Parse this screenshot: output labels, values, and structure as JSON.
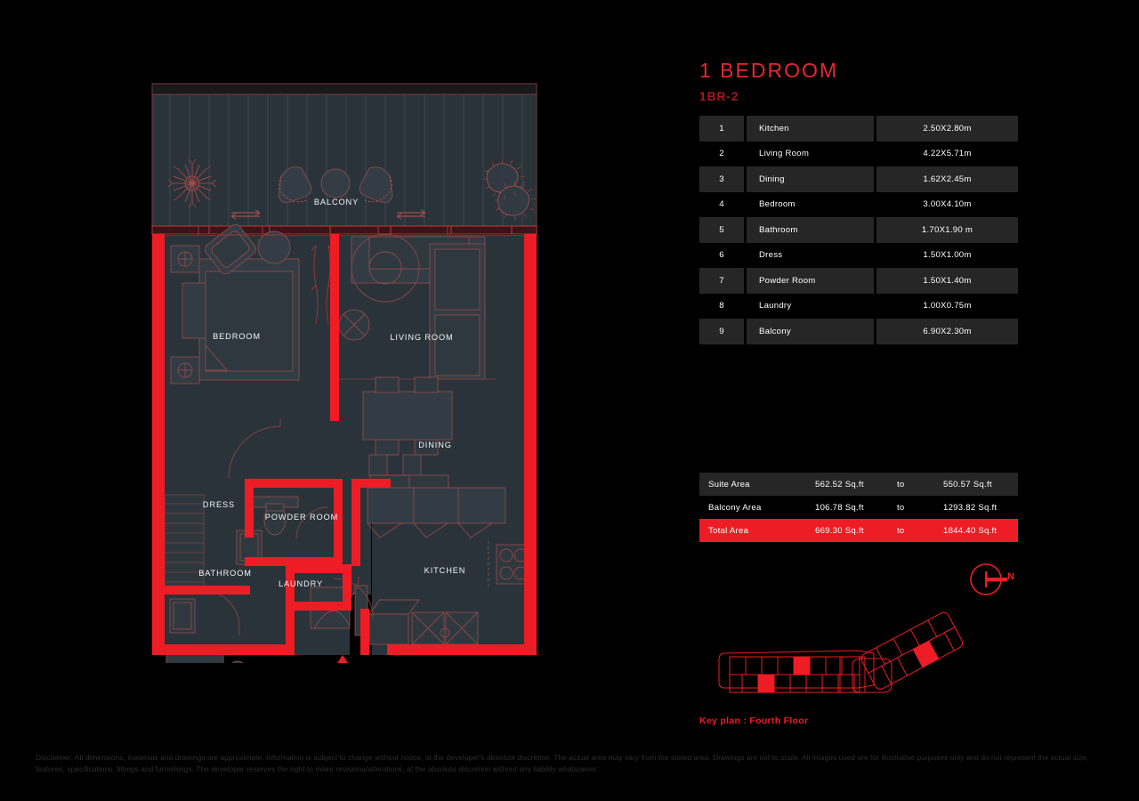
{
  "unit": {
    "title": "1 BEDROOM",
    "code": "1BR-2"
  },
  "rooms_table": {
    "rows": [
      {
        "num": "1",
        "name": "Kitchen",
        "dim": "2.50X2.80m"
      },
      {
        "num": "2",
        "name": "Living Room",
        "dim": "4.22X5.71m"
      },
      {
        "num": "3",
        "name": "Dining",
        "dim": "1.62X2.45m"
      },
      {
        "num": "4",
        "name": "Bedroom",
        "dim": "3.00X4.10m"
      },
      {
        "num": "5",
        "name": "Bathroom",
        "dim": "1.70X1.90 m"
      },
      {
        "num": "6",
        "name": "Dress",
        "dim": "1.50X1.00m"
      },
      {
        "num": "7",
        "name": "Powder Room",
        "dim": "1.50X1.40m"
      },
      {
        "num": "8",
        "name": "Laundry",
        "dim": "1.00X0.75m"
      },
      {
        "num": "9",
        "name": "Balcony",
        "dim": "6.90X2.30m"
      }
    ]
  },
  "areas_table": {
    "rows": [
      {
        "label": "Suite Area",
        "value_from": "562.52 Sq.ft",
        "to": "to",
        "value_to": "550.57 Sq.ft"
      },
      {
        "label": "Balcony Area",
        "value_from": "106.78 Sq.ft",
        "to": "to",
        "value_to": "1293.82 Sq.ft"
      },
      {
        "label": "Total Area",
        "value_from": "669.30 Sq.ft",
        "to": "to",
        "value_to": "1844.40 Sq.ft"
      }
    ]
  },
  "compass": {
    "north_letter": "N"
  },
  "keyplan": {
    "label": "Key plan : Fourth Floor"
  },
  "plan_labels": {
    "balcony": "BALCONY",
    "bedroom": "BEDROOM",
    "living_room": "LIVING ROOM",
    "dining": "DINING",
    "dress": "DRESS",
    "powder_room": "POWDER ROOM",
    "bathroom": "BATHROOM",
    "laundry": "LAUNDRY",
    "kitchen": "KITCHEN"
  },
  "disclaimer": {
    "text": "Disclaimer: All dimensions, materials and drawings are approximate. Information is subject to change without notice, at the developer's absolute discretion. The actual area may vary from the stated area. Drawings are not to scale. All images used are for illustrative purposes only and do not represent the actual size, features, specifications, fittings and furnishings. The developer reserves the right to make revisions/alterations, at the absolute discretion without any liability whatsoever."
  },
  "colors": {
    "accent_red": "#ee1c25",
    "title_red": "#e8262f",
    "code_red": "#a8181f",
    "floor_fill": "#2b333a",
    "furniture_line": "#8a4a4a",
    "table_shaded": "#262626",
    "background": "#000000"
  }
}
